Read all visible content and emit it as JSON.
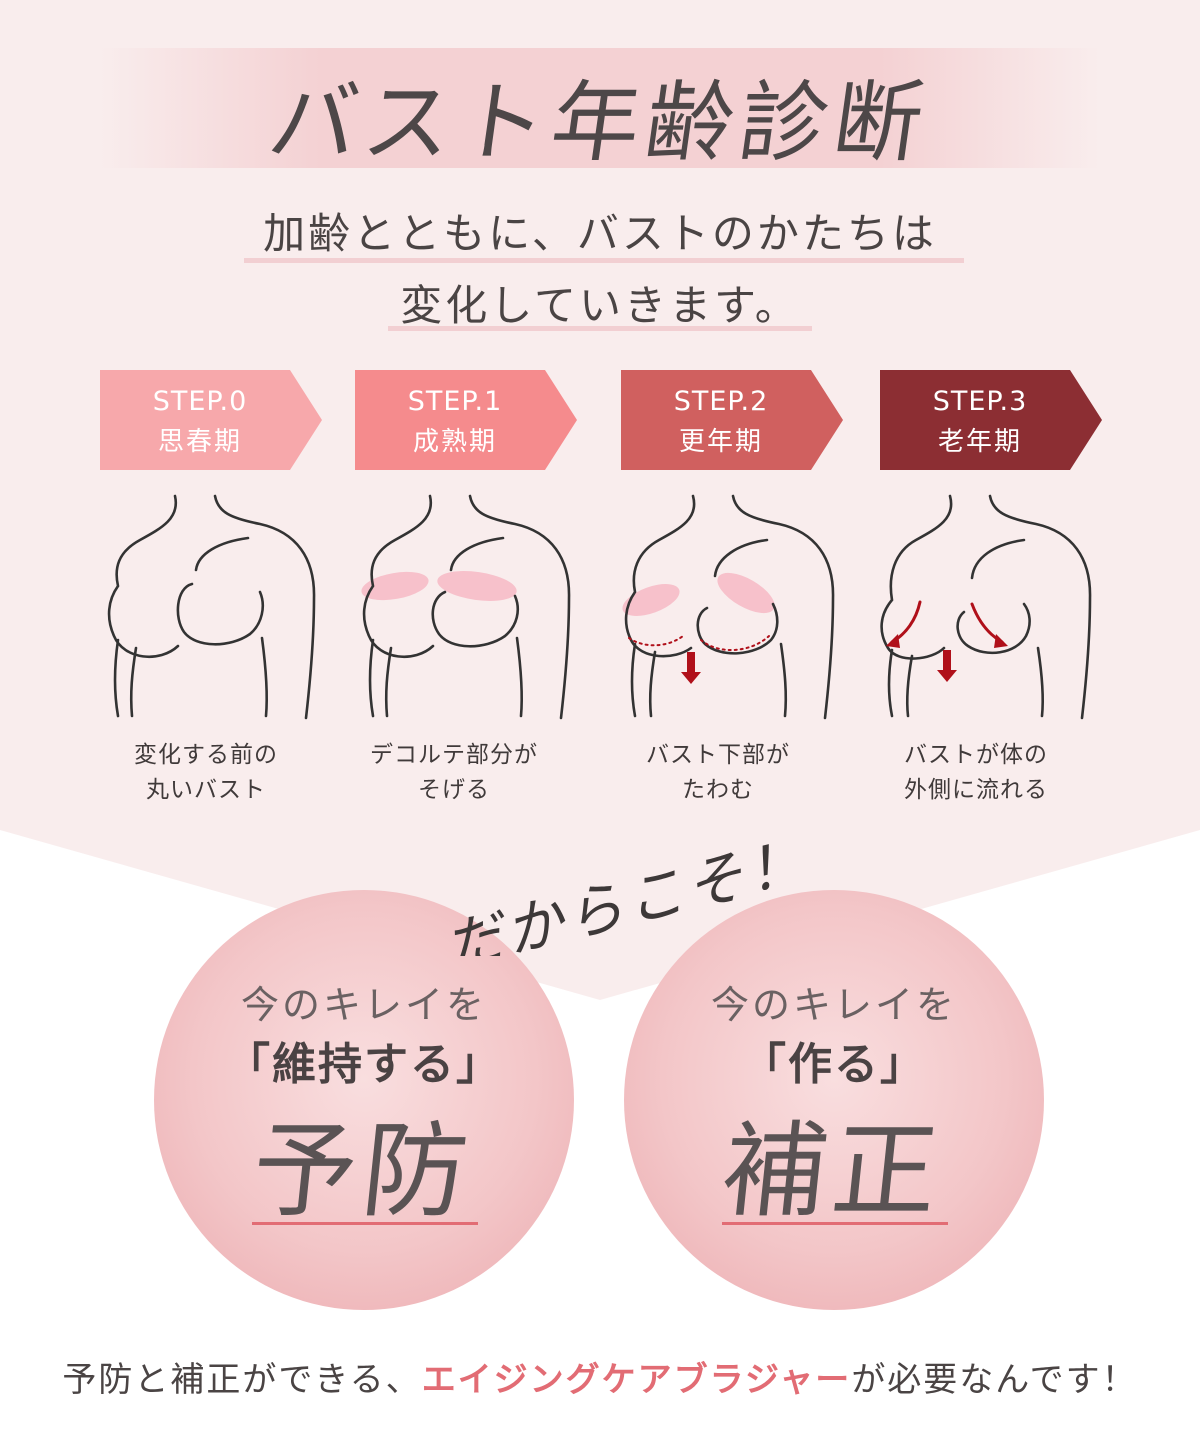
{
  "title": "バスト年齢診断",
  "lead": {
    "line1": "加齢とともに、バストのかたちは",
    "line2": "変化していきます。"
  },
  "steps": [
    {
      "num": "STEP.0",
      "name": "思春期",
      "caption1": "変化する前の",
      "caption2": "丸いバスト",
      "color": "#f7a8ab"
    },
    {
      "num": "STEP.1",
      "name": "成熟期",
      "caption1": "デコルテ部分が",
      "caption2": "そげる",
      "color": "#f58b8d"
    },
    {
      "num": "STEP.2",
      "name": "更年期",
      "caption1": "バスト下部が",
      "caption2": "たわむ",
      "color": "#d0605f"
    },
    {
      "num": "STEP.3",
      "name": "老年期",
      "caption1": "バストが体の",
      "caption2": "外側に流れる",
      "color": "#8c2e33"
    }
  ],
  "script_text": "だからこそ！",
  "circles": [
    {
      "pre": "今のキレイを",
      "quote": "「維持する」",
      "big": "予防"
    },
    {
      "pre": "今のキレイを",
      "quote": "「作る」",
      "big": "補正"
    }
  ],
  "bottom": {
    "before": "予防と補正ができる、",
    "highlight": "エイジングケアブラジャー",
    "after": "が必要なんです！"
  },
  "colors": {
    "accent": "#e26c74",
    "top_bg": "#f9eded",
    "pink_zone": "#f7b8c4",
    "arrow_red": "#b0101a"
  }
}
